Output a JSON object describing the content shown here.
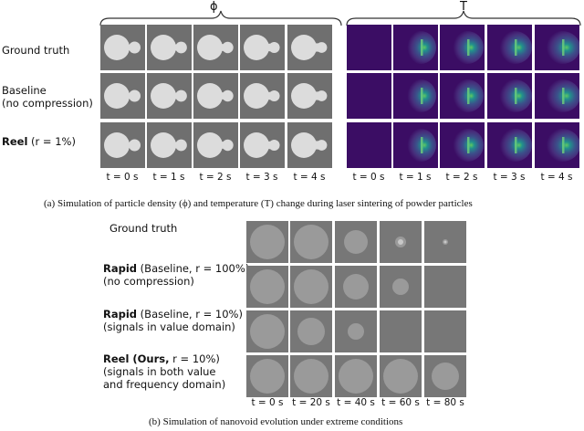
{
  "figure_a": {
    "phi_header": "ϕ",
    "t_header": "T",
    "rows": [
      {
        "bold": "",
        "text": "Ground truth",
        "text2": ""
      },
      {
        "bold": "",
        "text": "Baseline",
        "text2": "(no compression)"
      },
      {
        "bold": "Reel",
        "text": " (r = 1%)",
        "text2": ""
      }
    ],
    "times": [
      "t = 0 s",
      "t = 1 s",
      "t = 2 s",
      "t = 3 s",
      "t = 4 s"
    ],
    "caption": "(a) Simulation of particle density (ϕ) and temperature (T) change during laser sintering of powder particles"
  },
  "figure_b": {
    "rows": [
      {
        "bold": "",
        "text": "Ground truth",
        "text2": "",
        "text3": ""
      },
      {
        "bold": "Rapid",
        "text": " (Baseline, r = 100%)",
        "text2": "(no compression)",
        "text3": ""
      },
      {
        "bold": "Rapid",
        "text": " (Baseline, r = 10%)",
        "text2": "(signals in value domain)",
        "text3": ""
      },
      {
        "bold": "Reel (Ours,",
        "text": " r = 10%)",
        "text2": "(signals in both value",
        "text3": "and frequency domain)"
      }
    ],
    "times": [
      "t = 0 s",
      "t = 20 s",
      "t = 40 s",
      "t = 60 s",
      "t = 80 s"
    ],
    "caption": "(b) Simulation of nanovoid evolution under extreme conditions"
  },
  "colors": {
    "phi_bg": "#6f6f6f",
    "phi_particle": "#dcdcdc",
    "temp_bg": "#3b0d64",
    "void_bg": "#777777",
    "void_disc": "#9a9a9a"
  }
}
